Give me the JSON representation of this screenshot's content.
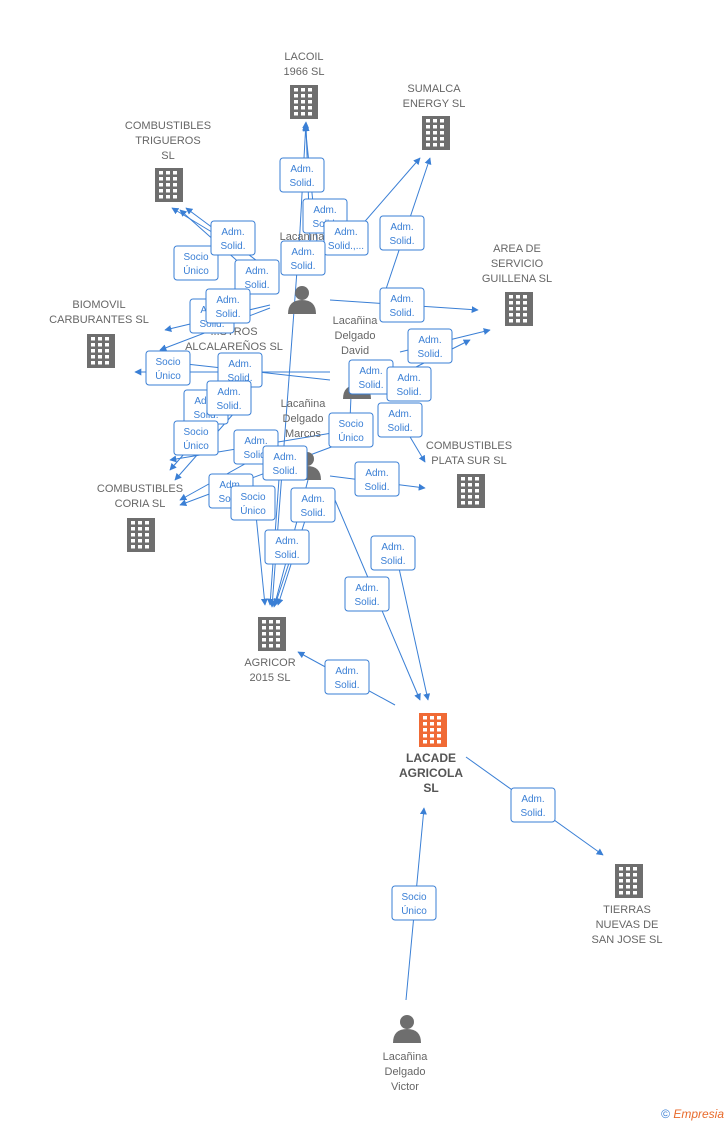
{
  "colors": {
    "edge": "#3a7fd5",
    "building": "#6e6e6e",
    "main_building": "#f06a35",
    "person": "#6e6e6e",
    "label": "#666666"
  },
  "nodes": [
    {
      "id": "lacoil",
      "type": "company",
      "lines": [
        "LACOIL",
        "1966  SL"
      ]
    },
    {
      "id": "sumalca",
      "type": "company",
      "lines": [
        "SUMALCA",
        "ENERGY  SL"
      ]
    },
    {
      "id": "trigueros",
      "type": "company",
      "lines": [
        "COMBUSTIBLES",
        "TRIGUEROS",
        "SL"
      ]
    },
    {
      "id": "area",
      "type": "company",
      "lines": [
        "AREA DE",
        "SERVICIO",
        "GUILLENA  SL"
      ]
    },
    {
      "id": "biomovil",
      "type": "company",
      "lines": [
        "BIOMOVIL",
        "CARBURANTES SL"
      ]
    },
    {
      "id": "alcalarenos",
      "type": "company",
      "lines": [
        "...STROS",
        "ALCALAREÑOS SL"
      ]
    },
    {
      "id": "david",
      "type": "person",
      "lines": [
        "Lacañina",
        "Delgado",
        "David"
      ]
    },
    {
      "id": "p_top",
      "type": "person",
      "lines": [
        "Lacañina",
        "D..."
      ]
    },
    {
      "id": "marcos",
      "type": "person",
      "lines": [
        "Lacañina",
        "Delgado",
        "Marcos"
      ]
    },
    {
      "id": "platasur",
      "type": "company",
      "lines": [
        "COMBUSTIBLES",
        "PLATA SUR  SL"
      ]
    },
    {
      "id": "coria",
      "type": "company",
      "lines": [
        "COMBUSTIBLES",
        "CORIA  SL"
      ]
    },
    {
      "id": "agricor",
      "type": "company",
      "lines": [
        "AGRICOR",
        "2015  SL"
      ]
    },
    {
      "id": "lacade",
      "type": "main",
      "lines": [
        "LACADE",
        "AGRICOLA",
        "SL"
      ]
    },
    {
      "id": "tierras",
      "type": "company",
      "lines": [
        "TIERRAS",
        "NUEVAS DE",
        "SAN JOSE  SL"
      ]
    },
    {
      "id": "victor",
      "type": "person",
      "lines": [
        "Lacañina",
        "Delgado",
        "Victor"
      ]
    }
  ],
  "edges": [
    {
      "label": [
        "Adm.",
        "Solid."
      ]
    },
    {
      "label": [
        "Adm.",
        "Solid."
      ]
    },
    {
      "label": [
        "Adm.",
        "Solid.,..."
      ]
    },
    {
      "label": [
        "Adm.",
        "Solid."
      ]
    },
    {
      "label": [
        "Adm.",
        "Solid."
      ]
    },
    {
      "label": [
        "Socio",
        "Único"
      ]
    },
    {
      "label": [
        "Adm.",
        "Solid."
      ]
    },
    {
      "label": [
        "Adm.",
        "Solid."
      ]
    },
    {
      "label": [
        "Adm.",
        "Solid."
      ]
    },
    {
      "label": [
        "Adm.",
        "Solid."
      ]
    },
    {
      "label": [
        "Adm.",
        "Solid."
      ]
    },
    {
      "label": [
        "Adm.",
        "Solid."
      ]
    },
    {
      "label": [
        "Socio",
        "Único"
      ]
    },
    {
      "label": [
        "Adm.",
        "Solid."
      ]
    },
    {
      "label": [
        "Adm.",
        "Solid."
      ]
    },
    {
      "label": [
        "Adm.",
        "Solid."
      ]
    },
    {
      "label": [
        "Adm.",
        "Solid."
      ]
    },
    {
      "label": [
        "Adm.",
        "Solid."
      ]
    },
    {
      "label": [
        "Socio",
        "Único"
      ]
    },
    {
      "label": [
        "Adm.",
        "Solid."
      ]
    },
    {
      "label": [
        "Socio",
        "Único"
      ]
    },
    {
      "label": [
        "Adm.",
        "Solid."
      ]
    },
    {
      "label": [
        "Adm.",
        "Solid."
      ]
    },
    {
      "label": [
        "Adm.",
        "Solid."
      ]
    },
    {
      "label": [
        "Adm.",
        "Solid."
      ]
    },
    {
      "label": [
        "Adm.",
        "Solid."
      ]
    },
    {
      "label": [
        "Adm.",
        "Solid."
      ]
    },
    {
      "label": [
        "Socio",
        "Único"
      ]
    },
    {
      "label": [
        "Adm.",
        "Solid."
      ]
    },
    {
      "label": [
        "Adm.",
        "Solid."
      ]
    },
    {
      "label": [
        "Adm.",
        "Solid."
      ]
    },
    {
      "label": [
        "Adm.",
        "Solid."
      ]
    },
    {
      "label": [
        "Socio",
        "Único"
      ]
    },
    {
      "label": [
        "Socio",
        "Único"
      ]
    },
    {
      "label": [
        "Adm.",
        "Solid."
      ]
    }
  ],
  "footer": {
    "copyright": "©",
    "brand": "Empresia"
  }
}
